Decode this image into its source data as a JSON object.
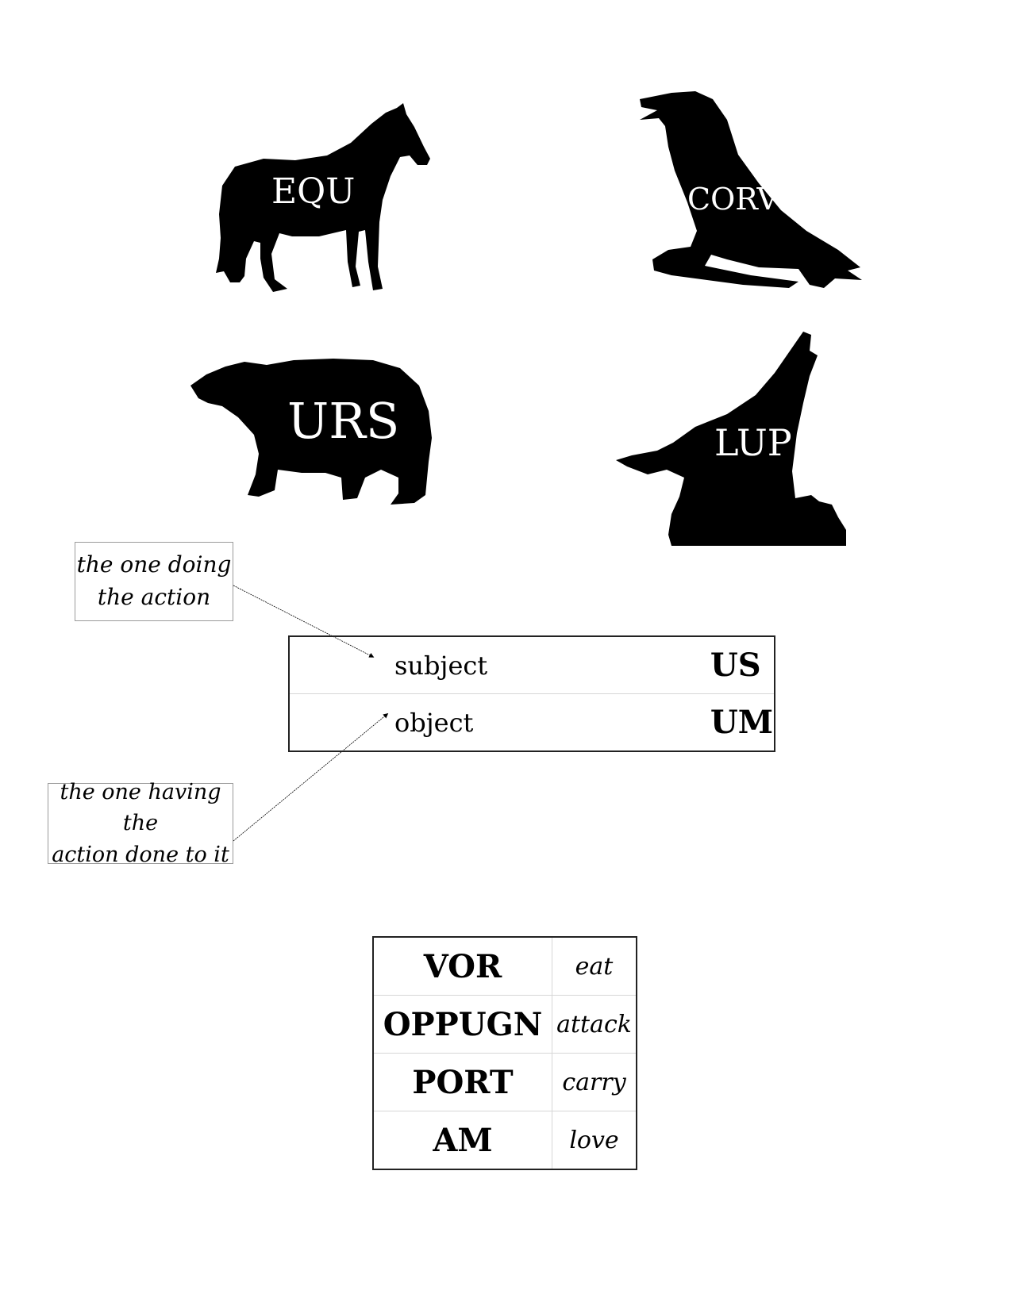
{
  "animals": {
    "horse": {
      "stem": "EQU",
      "icon": "horse-silhouette-icon"
    },
    "crow": {
      "stem": "CORV",
      "icon": "crow-silhouette-icon"
    },
    "bear": {
      "stem": "URS",
      "icon": "bear-silhouette-icon"
    },
    "wolf": {
      "stem": "LUP",
      "icon": "wolf-silhouette-icon"
    }
  },
  "notes": {
    "subject_note": {
      "line1": "the one doing",
      "line2": "the action"
    },
    "object_note": {
      "line1": "the one having the",
      "line2": "action done to it"
    }
  },
  "endings": [
    {
      "role": "subject",
      "ending": "US"
    },
    {
      "role": "object",
      "ending": "UM"
    }
  ],
  "verbs": [
    {
      "stem": "VOR",
      "meaning": "eat"
    },
    {
      "stem": "OPPUGN",
      "meaning": "attack"
    },
    {
      "stem": "PORT",
      "meaning": "carry"
    },
    {
      "stem": "AM",
      "meaning": "love"
    }
  ],
  "colors": {
    "silhouette": "#000000",
    "stem_text": "#ffffff",
    "table_border": "#222222",
    "note_border": "#9a9a9a"
  }
}
